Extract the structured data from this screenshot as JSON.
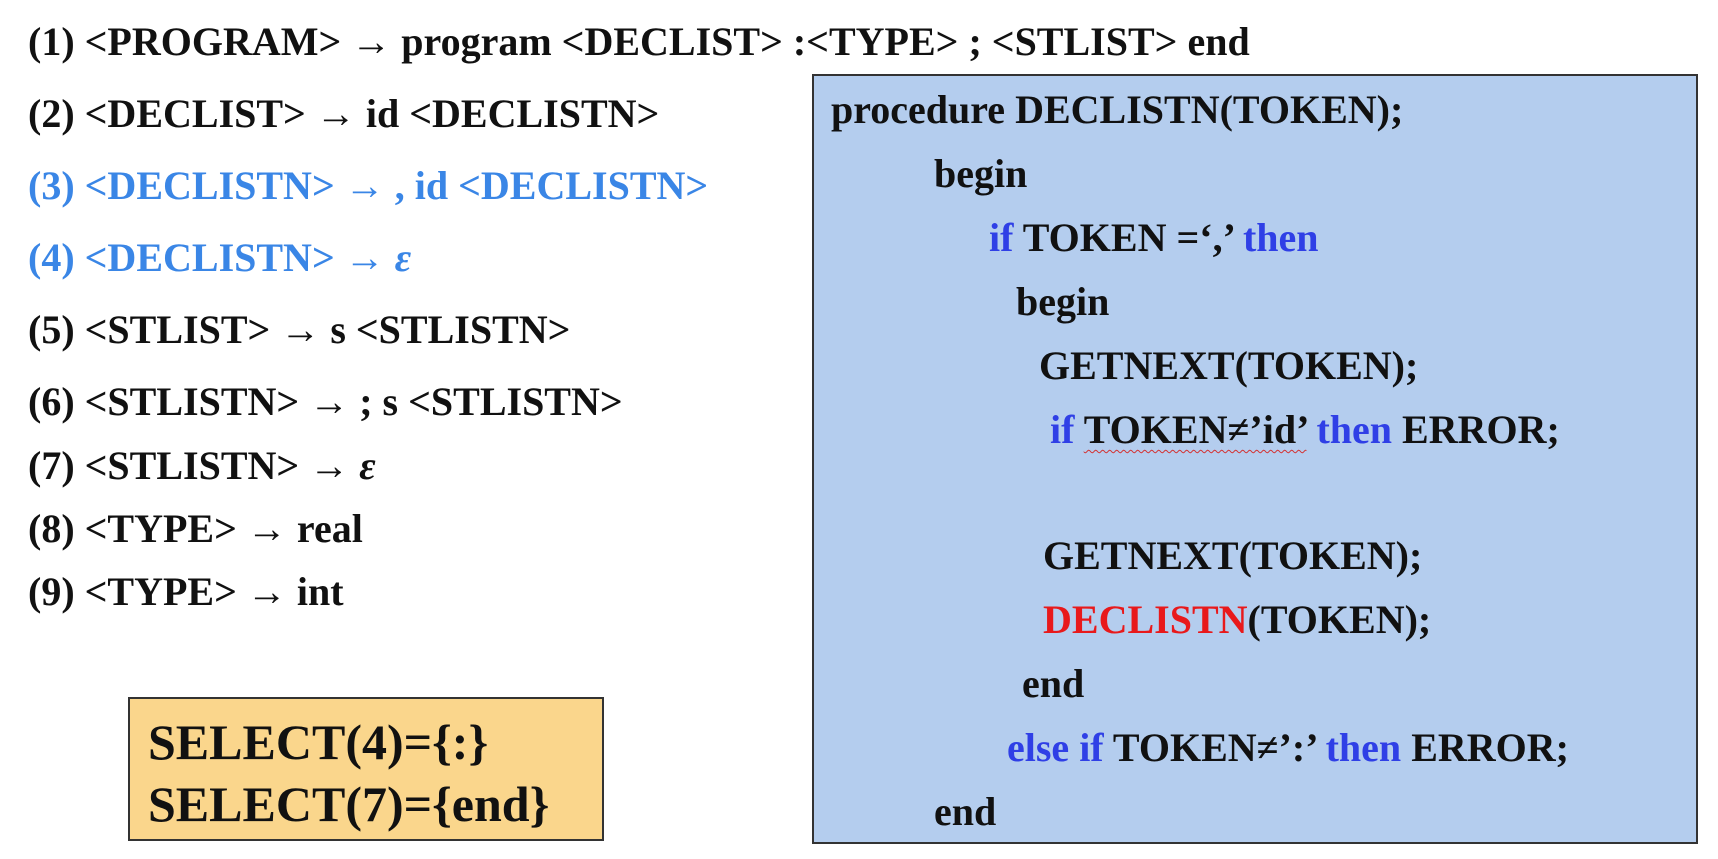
{
  "grammar": {
    "rules": [
      {
        "text": "(1) <PROGRAM> → program <DECLIST> :<TYPE> ; <STLIST> end"
      },
      {
        "text": "(2) <DECLIST> → id <DECLISTN>"
      },
      {
        "text": "(3) <DECLISTN> → , id <DECLISTN>"
      },
      {
        "text": "(4) <DECLISTN> → ",
        "epsilon": "ε"
      },
      {
        "text": "(5) <STLIST> → s <STLISTN>"
      },
      {
        "text": "(6) <STLISTN> → ; s <STLISTN>"
      },
      {
        "text": "(7) <STLISTN> → ",
        "epsilon": "ε"
      },
      {
        "text": "(8) <TYPE> → real"
      },
      {
        "text": "(9) <TYPE> → int"
      }
    ]
  },
  "select_box": {
    "line1": "SELECT(4)={:}",
    "line2": "SELECT(7)={end}"
  },
  "code": {
    "l1": "procedure DECLISTN(TOKEN);",
    "l2": "begin",
    "l3_kw_if": "if",
    "l3_cond": " TOKEN =‘,’ ",
    "l3_kw_then": "then",
    "l4": "begin",
    "l5": "GETNEXT(TOKEN);",
    "l6_kw_if": "if",
    "l6_cond": "TOKEN≠’id’",
    "l6_kw_then": "then",
    "l6_rest": " ERROR;",
    "l7": "GETNEXT(TOKEN);",
    "l8_call": "DECLISTN",
    "l8_rest": "(TOKEN);",
    "l9": "end",
    "l10_kw_else": "else",
    "l10_kw_if": "if",
    "l10_cond": " TOKEN≠’:’ ",
    "l10_kw_then": "then",
    "l10_rest": " ERROR;",
    "l11": "end"
  },
  "colors": {
    "highlight_rule": "#3a86e6",
    "keyword": "#2f3fe6",
    "recursive_call": "#e8191b",
    "code_bg": "#b4cdee",
    "select_bg": "#fad68c"
  }
}
